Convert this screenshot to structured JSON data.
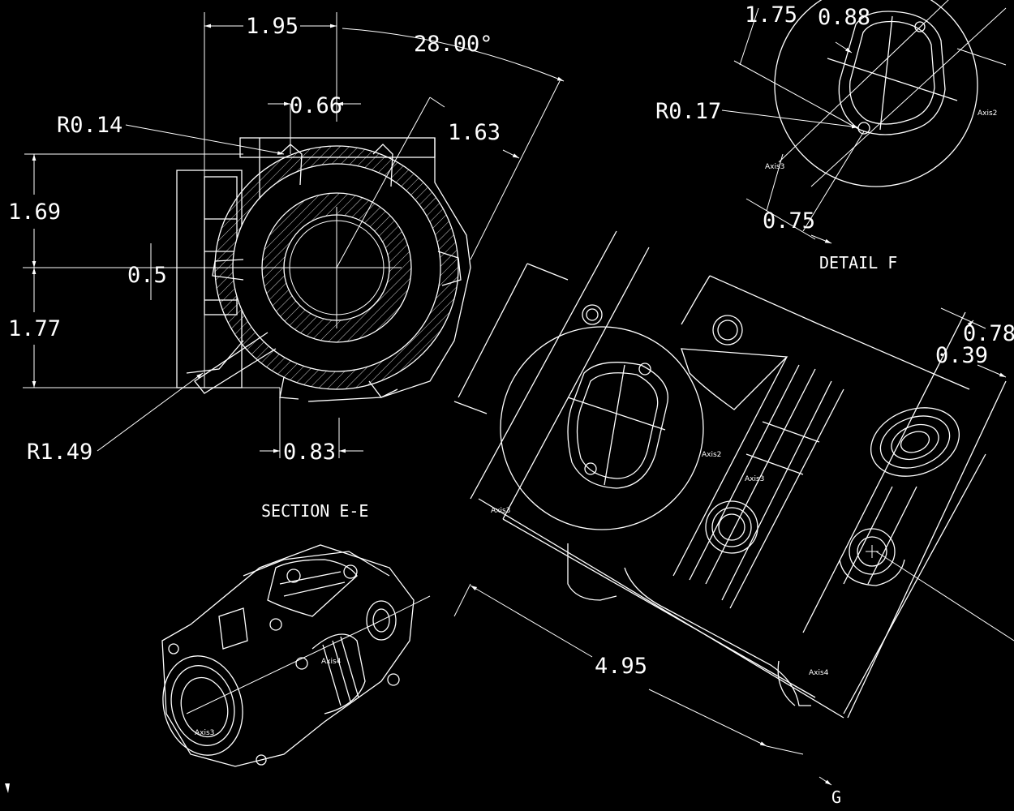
{
  "section_view": {
    "caption": "SECTION E-E",
    "dimensions": {
      "top_width": "1.95",
      "angle": "28.00°",
      "small_width": "0.66",
      "radius_small": "R0.14",
      "diag": "1.63",
      "upper_height": "1.69",
      "center_offset": "0.5",
      "lower_height": "1.77",
      "radius_large": "R1.49",
      "bottom_width": "0.83"
    }
  },
  "detail_view": {
    "caption": "DETAIL F",
    "dimensions": {
      "d1": "1.75",
      "d2": "0.88",
      "radius": "R0.17",
      "d3": "0.75"
    },
    "axis_labels": [
      "Axis3",
      "Axis2"
    ]
  },
  "main_view": {
    "dimensions": {
      "length": "4.95",
      "d_top": "0.78",
      "d_inner": "0.39"
    },
    "axis_labels": [
      "Axis2",
      "Axis3",
      "Axis3",
      "Axis4"
    ],
    "view_marker": "G"
  },
  "isometric_view": {
    "axis_labels": [
      "Axis4",
      "Axis3"
    ]
  }
}
